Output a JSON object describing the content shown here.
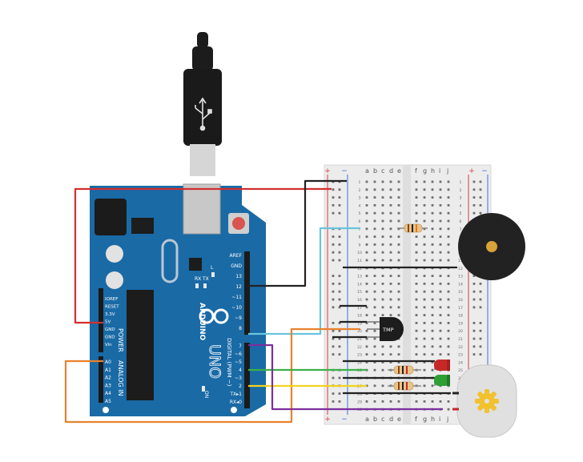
{
  "colors": {
    "background": "#ffffff",
    "arduino_board": "#1a6aa6",
    "breadboard": "#ececec",
    "rail_red": "#d83b3b",
    "rail_blue": "#3b6fd8",
    "wire_red": "#d32f2f",
    "wire_black": "#222222",
    "wire_cyan": "#69c4dd",
    "wire_orange": "#e8822c",
    "wire_green": "#3cb04a",
    "wire_yellow": "#f2d31f",
    "wire_purple": "#7d2f9d",
    "led_red": "#c62828",
    "led_green": "#2e9e35",
    "buzzer": "#222222",
    "motor_gear": "#f2c12e"
  },
  "arduino": {
    "brand": "ARDUINO",
    "model": "UNO",
    "power_header_title": "POWER",
    "analog_header_title": "ANALOG IN",
    "digital_header_title": "DIGITAL (PWM ~)",
    "on_label": "ON",
    "led_l": "L",
    "led_tx": "TX",
    "led_rx": "RX",
    "power_pins": [
      "IOREF",
      "RESET",
      "3.3V",
      "5V",
      "GND",
      "GND",
      "Vin"
    ],
    "analog_pins": [
      "A0",
      "A1",
      "A2",
      "A3",
      "A4",
      "A5"
    ],
    "digital_top_pins": [
      "AREF",
      "GND",
      "13",
      "12",
      "~11",
      "~10",
      "~9",
      "8"
    ],
    "digital_bottom_pins": [
      "7",
      "~6",
      "~5",
      "4",
      "~3",
      "2",
      "TX▸1",
      "RX◂0"
    ]
  },
  "breadboard": {
    "column_letters_left": [
      "a",
      "b",
      "c",
      "d",
      "e"
    ],
    "column_letters_right": [
      "f",
      "g",
      "h",
      "i",
      "j"
    ],
    "rail_plus": "+",
    "rail_minus": "−",
    "row_numbers": [
      "1",
      "2",
      "3",
      "4",
      "5",
      "6",
      "7",
      "8",
      "9",
      "10",
      "11",
      "12",
      "13",
      "14",
      "15",
      "16",
      "17",
      "18",
      "19",
      "20",
      "21",
      "22",
      "23",
      "24",
      "25",
      "26",
      "27",
      "28",
      "29",
      "30"
    ]
  },
  "sensor": {
    "label": "TMP"
  },
  "icons": {
    "usb": "usb-icon",
    "arduino_logo": "arduino-infinity-logo-icon",
    "motor": "dc-motor-icon",
    "buzzer": "piezo-buzzer-icon"
  }
}
